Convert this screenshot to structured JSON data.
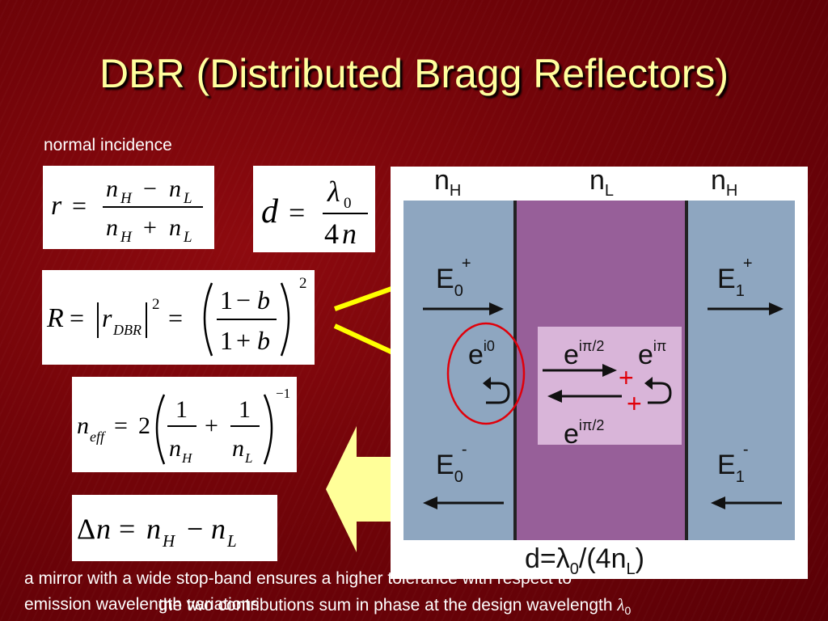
{
  "title": "DBR (Distributed Bragg Reflectors)",
  "subtitle": "normal incidence",
  "equations": {
    "reflection": "r = (n_H − n_L)/(n_H + n_L)",
    "thickness": "d = λ0/(4n)",
    "reflectance": "R = |r_DBR|² = ((1−b)/(1+b))²",
    "effective_index": "n_eff = 2(1/n_H + 1/n_L)^−1",
    "index_contrast": "Δn = n_H − n_L"
  },
  "diagram": {
    "left_layer": "n",
    "left_layer_sub": "H",
    "middle_layer": "n",
    "middle_layer_sub": "L",
    "right_layer": "n",
    "right_layer_sub": "H",
    "E0_plus": "E",
    "E0_plus_sub": "0",
    "E0_plus_sup": "+",
    "E1_plus": "E",
    "E1_plus_sub": "1",
    "E1_plus_sup": "+",
    "E0_minus": "E",
    "E0_minus_sub": "0",
    "E0_minus_sup": "-",
    "E1_minus": "E",
    "E1_minus_sub": "1",
    "E1_minus_sup": "-",
    "phase_left": "e",
    "phase_left_sup": "i0",
    "phase_mid_top": "e",
    "phase_mid_top_sup": "iπ/2",
    "phase_right": "e",
    "phase_right_sup": "iπ",
    "phase_mid_bottom": "e",
    "phase_mid_bottom_sup": "iπ/2",
    "plus_top": "+",
    "plus_bottom": "+",
    "thickness_label_a": "d=λ",
    "thickness_label_sub0": "0",
    "thickness_label_b": "/(4n",
    "thickness_label_subL": "L",
    "thickness_label_c": ")",
    "colors": {
      "high_index_layer": "#8ea6c0",
      "low_index_layer": "#975f99",
      "phase_box": "#d9b5d9",
      "highlight_circle": "#e0000a",
      "plus_sign": "#e0000a"
    }
  },
  "footer": {
    "line1": "a mirror with a wide stop-band ensures a higher tolerance with respect to",
    "line2_under": "emission wavelength variations",
    "line2_over": "the two contributions sum in phase at the design wavelength ",
    "line2_symbol": "λ",
    "line2_symbol_sub": "0"
  },
  "colors": {
    "background": "#730409",
    "title_text": "#ffff9e",
    "connector_lines": "#ffff00",
    "big_arrow": "#ffff99"
  }
}
